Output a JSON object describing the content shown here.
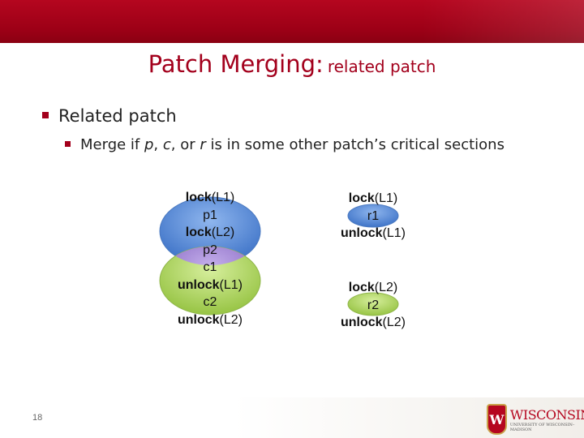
{
  "title": {
    "main": "Patch Merging:",
    "sub": "related patch"
  },
  "bullets": {
    "level1": "Related patch",
    "level2_prefix": "Merge if ",
    "p": "p",
    "sep1": ", ",
    "c": "c",
    "sep2": ", or ",
    "r": "r",
    "level2_suffix": " is in some other patch’s critical sections"
  },
  "left_code": [
    {
      "kw": "lock",
      "arg": "(L1)"
    },
    {
      "kw": "",
      "arg": "p1"
    },
    {
      "kw": "lock",
      "arg": "(L2)"
    },
    {
      "kw": "",
      "arg": "p2"
    },
    {
      "kw": "",
      "arg": "c1"
    },
    {
      "kw": "unlock",
      "arg": "(L1)"
    },
    {
      "kw": "",
      "arg": "c2"
    },
    {
      "kw": "unlock",
      "arg": "(L2)"
    }
  ],
  "right_top": [
    {
      "kw": "lock",
      "arg": "(L1)"
    },
    {
      "kw": "",
      "arg": "r1"
    },
    {
      "kw": "unlock",
      "arg": "(L1)"
    }
  ],
  "right_bottom": [
    {
      "kw": "lock",
      "arg": "(L2)"
    },
    {
      "kw": "",
      "arg": "r2"
    },
    {
      "kw": "unlock",
      "arg": "(L2)"
    }
  ],
  "page_number": "18",
  "logo": {
    "name": "WISCONSIN",
    "sub": "UNIVERSITY OF WISCONSIN–MADISON",
    "mark": "W"
  },
  "colors": {
    "header": "#a3001c",
    "blue": "#5b8fd9",
    "green": "#a9d45a",
    "purple": "#9a7ad0"
  }
}
